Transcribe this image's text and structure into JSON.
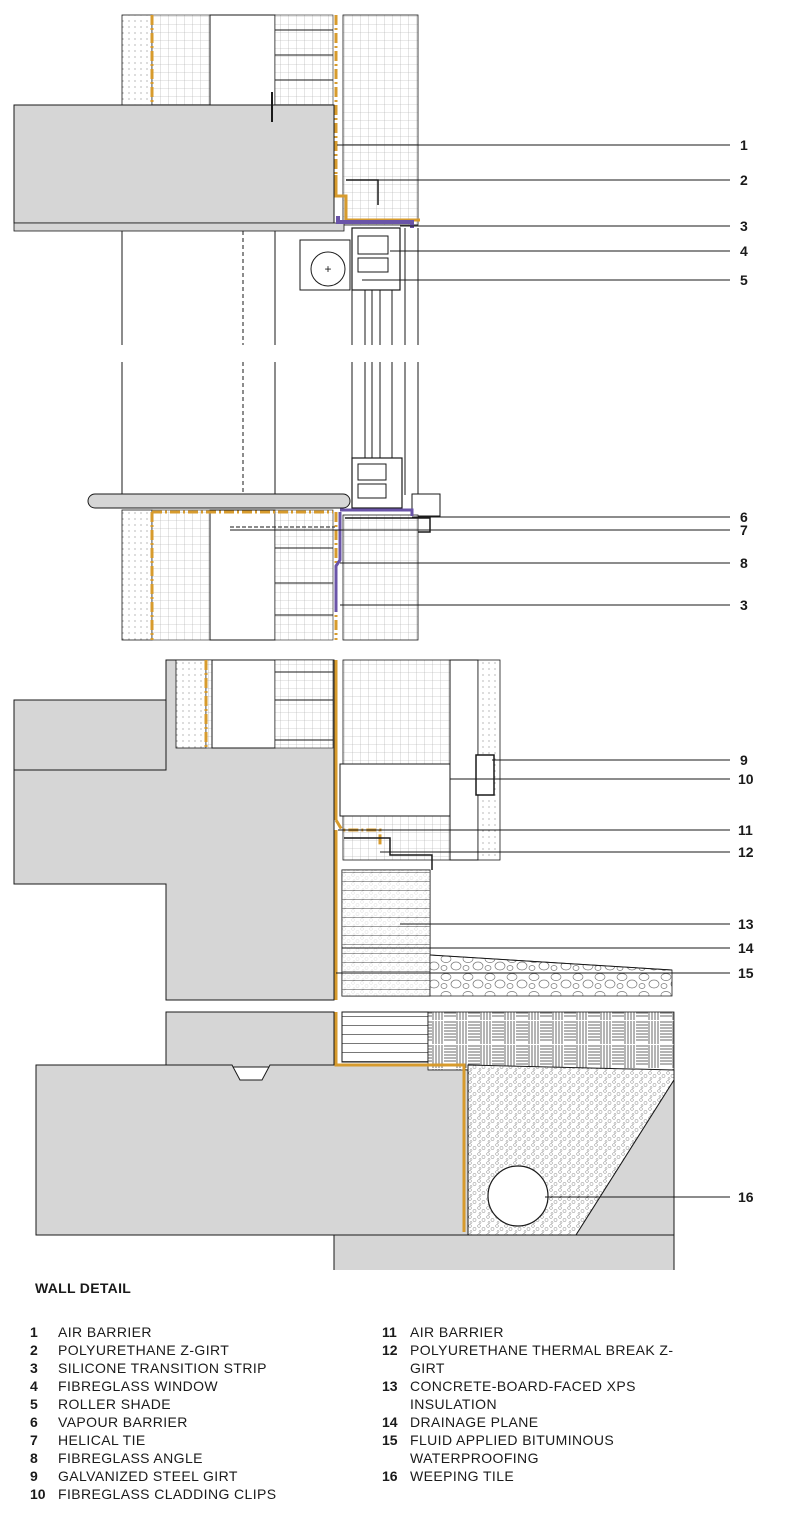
{
  "title": "WALL DETAIL",
  "colors": {
    "concrete": "#d6d6d6",
    "air_barrier": "#d79b2d",
    "vapour_barrier": "#6a54a8",
    "line": "#1a1a1a",
    "insulation_grid": "#9a9a9a"
  },
  "callouts": [
    "1",
    "2",
    "3",
    "4",
    "5",
    "6",
    "7",
    "8",
    "3",
    "9",
    "10",
    "11",
    "12",
    "13",
    "14",
    "15",
    "16"
  ],
  "legend": {
    "left": [
      {
        "num": "1",
        "text": "AIR BARRIER"
      },
      {
        "num": "2",
        "text": "POLYURETHANE Z-GIRT"
      },
      {
        "num": "3",
        "text": "SILICONE TRANSITION STRIP"
      },
      {
        "num": "4",
        "text": "FIBREGLASS WINDOW"
      },
      {
        "num": "5",
        "text": "ROLLER SHADE"
      },
      {
        "num": "6",
        "text": "VAPOUR BARRIER"
      },
      {
        "num": "7",
        "text": "HELICAL TIE"
      },
      {
        "num": "8",
        "text": "FIBREGLASS ANGLE"
      },
      {
        "num": "9",
        "text": "GALVANIZED STEEL GIRT"
      },
      {
        "num": "10",
        "text": "FIBREGLASS CLADDING CLIPS"
      }
    ],
    "right": [
      {
        "num": "11",
        "text": "AIR BARRIER"
      },
      {
        "num": "12",
        "text": "POLYURETHANE THERMAL BREAK Z-GIRT"
      },
      {
        "num": "13",
        "text": "CONCRETE-BOARD-FACED XPS INSULATION"
      },
      {
        "num": "14",
        "text": "DRAINAGE PLANE"
      },
      {
        "num": "15",
        "text": "FLUID APPLIED BITUMINOUS WATERPROOFING"
      },
      {
        "num": "16",
        "text": "WEEPING TILE"
      }
    ]
  }
}
